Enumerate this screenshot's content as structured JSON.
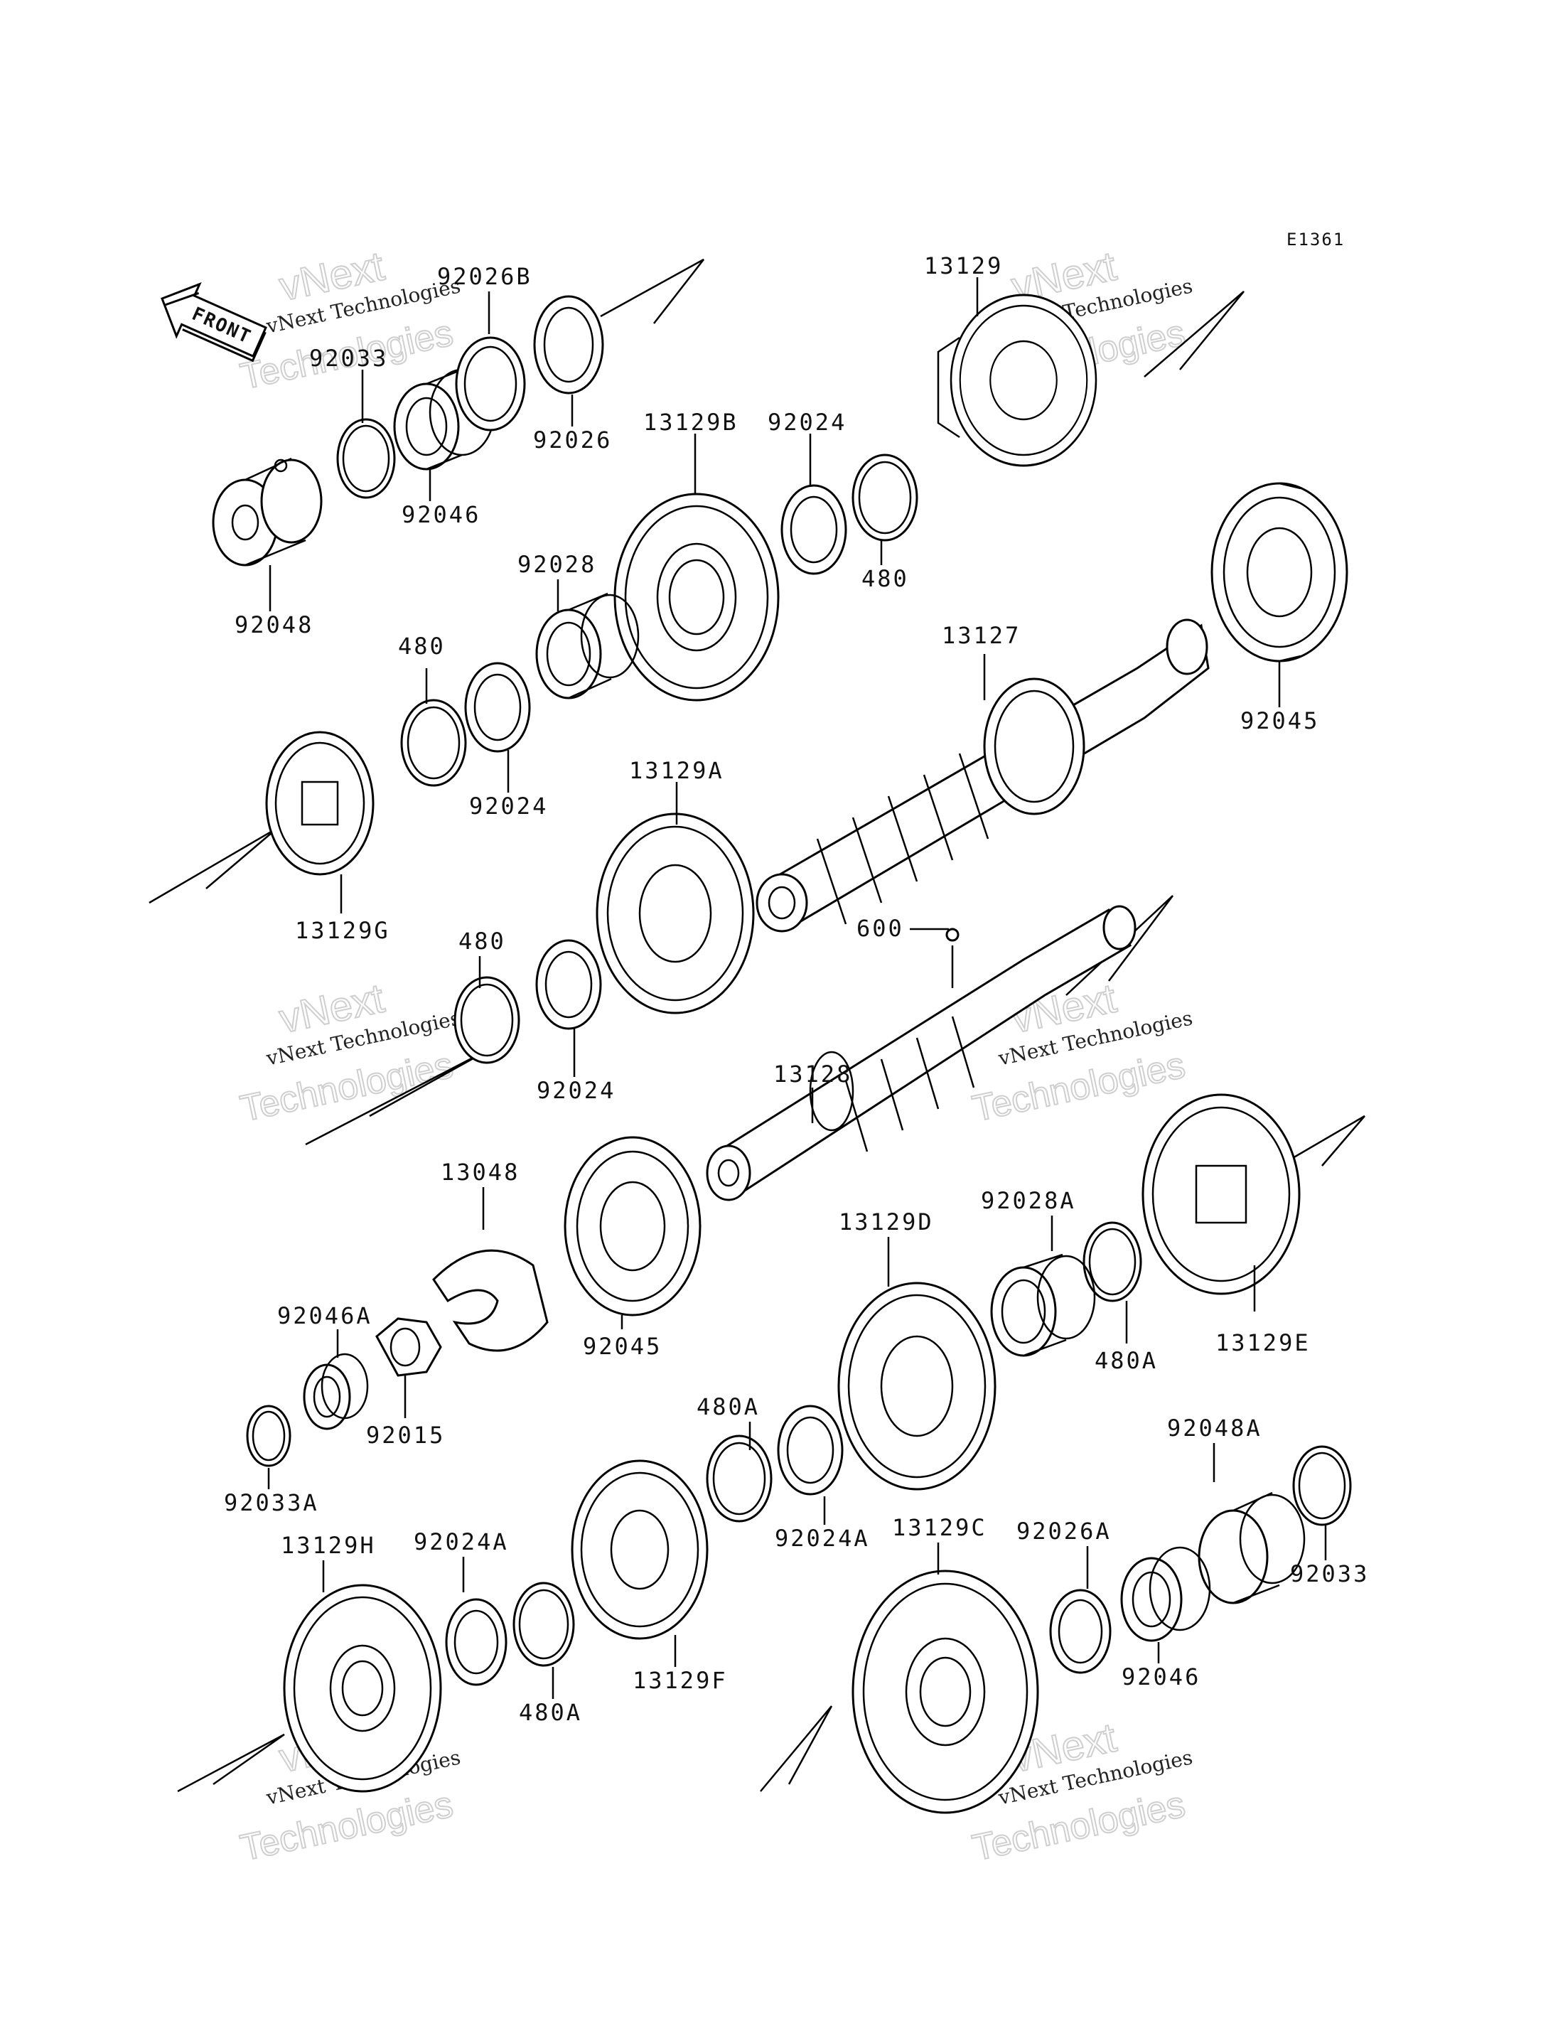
{
  "diagram_code": "E1361",
  "front_label": "FRONT",
  "watermark": {
    "line1": "vNext Technologies",
    "line2": "Technologies",
    "line3": "vNext"
  },
  "parts": {
    "p92026B": "92026B",
    "p92033_top": "92033",
    "p92026": "92026",
    "p92046_top": "92046",
    "p92048": "92048",
    "p13129": "13129",
    "p13129B": "13129B",
    "p92024_a": "92024",
    "p480_a": "480",
    "p92028": "92028",
    "p480_b": "480",
    "p92024_b": "92024",
    "p13129G": "13129G",
    "p13127": "13127",
    "p92045_a": "92045",
    "p13129A": "13129A",
    "p600": "600",
    "p480_c": "480",
    "p92024_c": "92024",
    "p13128": "13128",
    "p13048": "13048",
    "p92045_b": "92045",
    "p92046A": "92046A",
    "p92015": "92015",
    "p92033A": "92033A",
    "p13129D": "13129D",
    "p92028A": "92028A",
    "p480A_a": "480A",
    "p13129E": "13129E",
    "p480A_b": "480A",
    "p92024A_a": "92024A",
    "p92048A": "92048A",
    "p92033_bot": "92033",
    "p13129H": "13129H",
    "p92024A_b": "92024A",
    "p480A_c": "480A",
    "p13129F": "13129F",
    "p13129C": "13129C",
    "p92026A": "92026A",
    "p92046_bot": "92046"
  }
}
